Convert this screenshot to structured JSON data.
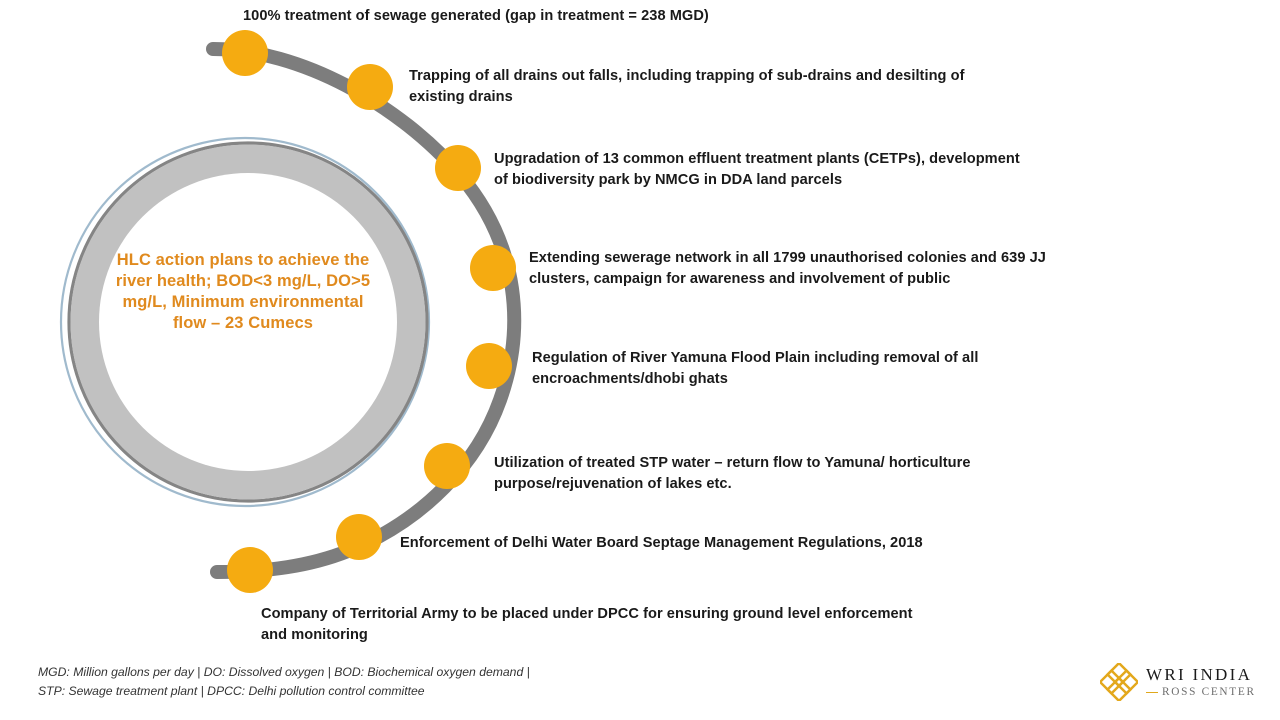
{
  "theme": {
    "accent_orange": "#F5AB11",
    "center_text_orange": "#E08A1E",
    "arc_gray": "#808080",
    "ring_band_gray": "#C1C1C1",
    "ring_outer_blue": "#8FAEC4",
    "text_black": "#1A1A1A",
    "background": "#FFFFFF"
  },
  "center": {
    "caption": "HLC action plans to achieve the river health; BOD<3 mg/L, DO>5 mg/L, Minimum environmental flow – 23 Cumecs"
  },
  "steps": [
    {
      "index": 1,
      "node": "step-node-1",
      "text": "100% treatment of sewage generated (gap in treatment = 238 MGD)"
    },
    {
      "index": 2,
      "node": "step-node-2",
      "text": "Trapping of all drains out falls, including trapping of sub-drains and desilting of existing drains"
    },
    {
      "index": 3,
      "node": "step-node-3",
      "text": "Upgradation of 13 common effluent treatment plants (CETPs), development of biodiversity park by NMCG in DDA land parcels"
    },
    {
      "index": 4,
      "node": "step-node-4",
      "text": "Extending sewerage network in all 1799 unauthorised colonies and 639 JJ clusters, campaign for awareness and involvement of public"
    },
    {
      "index": 5,
      "node": "step-node-5",
      "text": "Regulation of River Yamuna Flood Plain including removal of all encroachments/dhobi  ghats"
    },
    {
      "index": 6,
      "node": "step-node-6",
      "text": "Utilization of treated STP water – return flow to Yamuna/ horticulture purpose/rejuvenation of lakes etc."
    },
    {
      "index": 7,
      "node": "step-node-7",
      "text": "Enforcement of Delhi Water Board Septage Management Regulations, 2018"
    },
    {
      "index": 8,
      "node": "step-node-8",
      "text": "Company of Territorial Army to be placed under DPCC for ensuring ground level enforcement and monitoring"
    }
  ],
  "footnote": {
    "line1": "MGD: Million gallons per day | DO: Dissolved oxygen | BOD: Biochemical oxygen demand |",
    "line2": "STP: Sewage treatment plant | DPCC: Delhi pollution control committee"
  },
  "logo": {
    "title": "WRI INDIA",
    "subtitle": "ROSS CENTER"
  }
}
